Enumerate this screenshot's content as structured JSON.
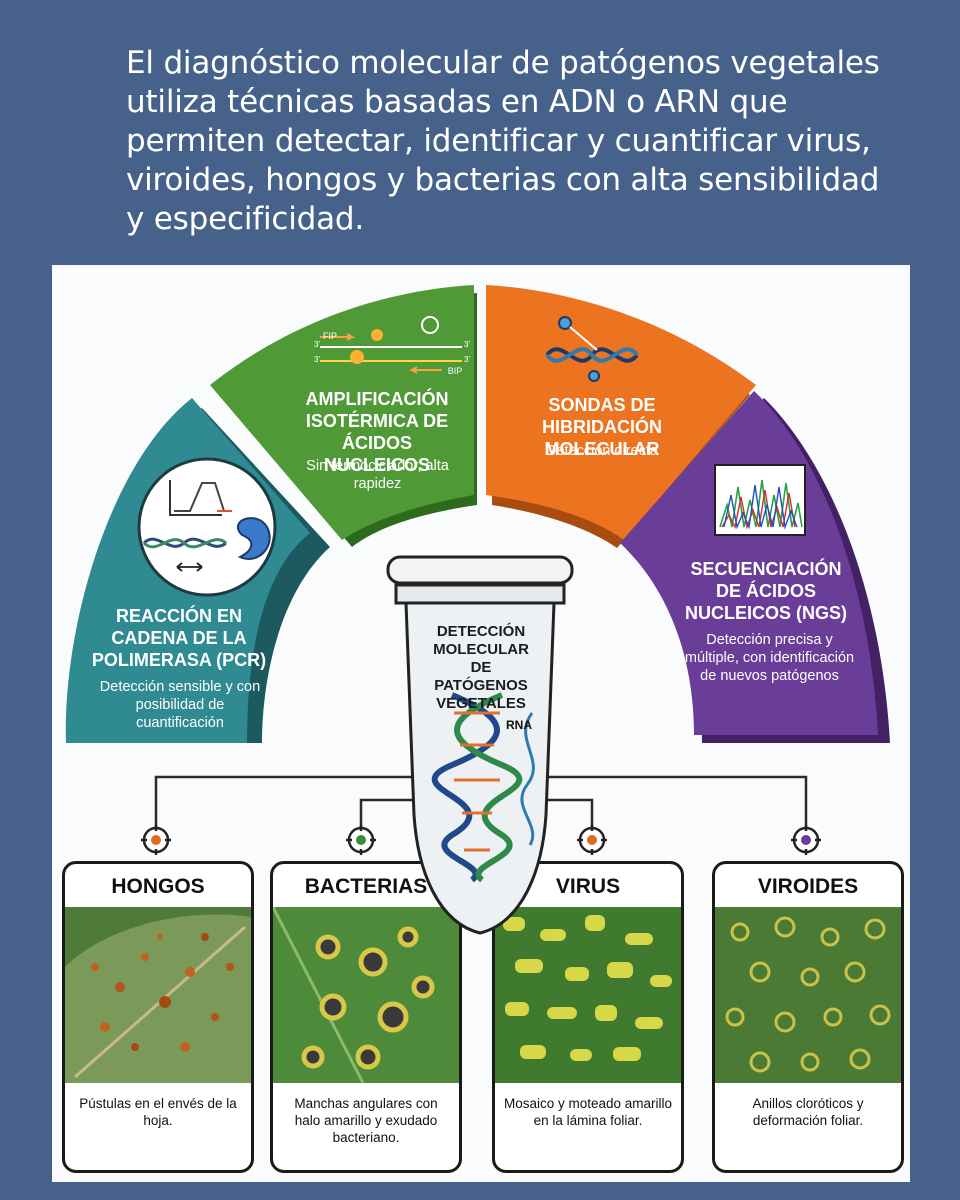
{
  "intro_text": "El diagnóstico molecular de patógenos vegetales utiliza técnicas basadas en ADN o ARN que permiten detectar, identificar y cuantificar virus, viroides, hongos y bacterias con alta sensibilidad y especificidad.",
  "center": {
    "title": "DETECCIÓN MOLECULAR DE PATÓGENOS VEGETALES",
    "rna_label": "RNA"
  },
  "techniques": [
    {
      "title": "REACCIÓN EN CADENA DE LA POLIMERASA (PCR)",
      "desc": "Detección sensible y con posibilidad de cuantificación",
      "color": "#2f8a92"
    },
    {
      "title": "AMPLIFICACIÓN ISOTÉRMICA DE ÁCIDOS NUCLEICOS",
      "desc": "Sin termociclador, alta rapidez",
      "color": "#4f9a36",
      "diagram_labels": {
        "fip": "FIP",
        "bip": "BIP",
        "end_top_left": "3'",
        "end_top_right": "3'",
        "end_bottom_left": "3'",
        "end_bottom_right": "3'"
      }
    },
    {
      "title": "SONDAS DE HIBRIDACIÓN MOLECULAR",
      "desc": "Detección directa",
      "color": "#ec7420"
    },
    {
      "title": "SECUENCIACIÓN DE ÁCIDOS NUCLEICOS (NGS)",
      "desc": "Detección precisa y múltiple, con identificación de nuevos patógenos",
      "color": "#6a3d98"
    }
  ],
  "pathogens": [
    {
      "name": "HONGOS",
      "caption": "Pústulas en el envés de la hoja.",
      "dot_color": "#e06a1c"
    },
    {
      "name": "BACTERIAS",
      "caption": "Manchas angulares con halo amarillo y exudado bacteriano.",
      "dot_color": "#3a8a3e"
    },
    {
      "name": "VIRUS",
      "caption": "Mosaico y moteado amarillo en la lámina foliar.",
      "dot_color": "#e06a1c"
    },
    {
      "name": "VIROIDES",
      "caption": "Anillos cloróticos y deformación foliar.",
      "dot_color": "#6a3d98"
    }
  ]
}
